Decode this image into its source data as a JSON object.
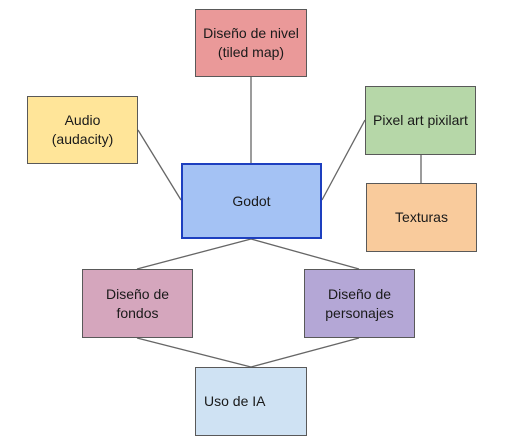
{
  "diagram": {
    "nodes": {
      "diseno_nivel": {
        "label": "Diseño de nivel\n(tiled map)",
        "color": "#ea9999"
      },
      "audio": {
        "label": "Audio\n(audacity)",
        "color": "#ffe599"
      },
      "pixel_art": {
        "label": "Pixel art pixilart",
        "color": "#b6d7a8"
      },
      "godot": {
        "label": "Godot",
        "color": "#a4c2f4",
        "border_color": "#1d3fbf"
      },
      "texturas": {
        "label": "Texturas",
        "color": "#f9cb9c"
      },
      "diseno_fondos": {
        "label": "Diseño de\nfondos",
        "color": "#d5a6bd"
      },
      "diseno_personajes": {
        "label": "Diseño de\npersonajes",
        "color": "#b4a7d6"
      },
      "uso_ia": {
        "label": "Uso de IA",
        "color": "#cfe2f3"
      }
    },
    "edges": [
      [
        "godot",
        "diseno_nivel"
      ],
      [
        "godot",
        "audio"
      ],
      [
        "godot",
        "pixel_art"
      ],
      [
        "pixel_art",
        "texturas"
      ],
      [
        "godot",
        "diseno_fondos"
      ],
      [
        "godot",
        "diseno_personajes"
      ],
      [
        "diseno_fondos",
        "uso_ia"
      ],
      [
        "diseno_personajes",
        "uso_ia"
      ]
    ],
    "edge_color": "#666666"
  }
}
